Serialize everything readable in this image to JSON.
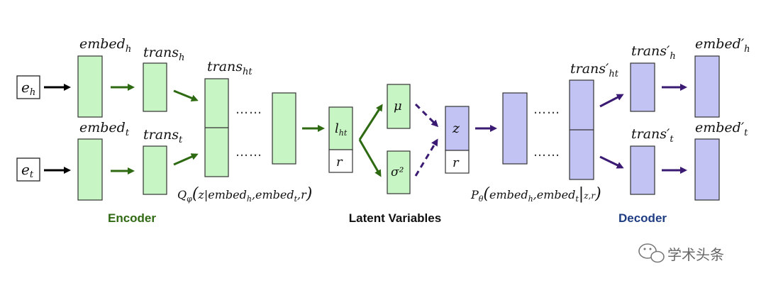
{
  "colors": {
    "encoder": "#c8f5c4",
    "decoder": "#c3c3f3",
    "green_arrow": "#2e6a12",
    "purple_arrow": "#3a1a72",
    "encoder_label": "#2f6a12",
    "decoder_label": "#1e3c82",
    "formula_green": "#2f6a12",
    "formula_blue": "#2a3e88"
  },
  "inputs": {
    "head": {
      "base": "e",
      "sub": "h"
    },
    "tail": {
      "base": "e",
      "sub": "t"
    }
  },
  "encoder": {
    "embed_h": {
      "base": "embed",
      "sub": "h"
    },
    "embed_t": {
      "base": "embed",
      "sub": "t"
    },
    "trans_h": {
      "base": "trans",
      "sub": "h"
    },
    "trans_t": {
      "base": "trans",
      "sub": "t"
    },
    "trans_ht": {
      "base": "trans",
      "sub": "ht"
    },
    "dots": "……",
    "posterior": {
      "q": "Q",
      "q_sub": "φ",
      "open": "(",
      "z": "z",
      "bar": "|",
      "e1": "embed",
      "e1_sub": "h",
      "sep1": ",",
      "e2": "embed",
      "e2_sub": "t",
      "sep2": ",",
      "r": "r",
      "close": ")"
    },
    "section_label": "Encoder"
  },
  "latent": {
    "l_ht": {
      "base": "l",
      "sub": "ht"
    },
    "r": "r",
    "mu": "μ",
    "sigma": "σ²",
    "z": "z",
    "r2": "r",
    "section_label": "Latent Variables"
  },
  "decoder": {
    "trans_ht": {
      "base": "trans′",
      "sub": "ht"
    },
    "trans_h": {
      "base": "trans′",
      "sub": "h"
    },
    "trans_t": {
      "base": "trans′",
      "sub": "t"
    },
    "embed_h": {
      "base": "embed′",
      "sub": "h"
    },
    "embed_t": {
      "base": "embed′",
      "sub": "t"
    },
    "dots": "……",
    "likelihood": {
      "p": "P",
      "p_sub": "θ",
      "open": "(",
      "e1": "embed",
      "e1_sub": "h",
      "sep1": ",",
      "e2": "embed",
      "e2_sub": "t",
      "bar": "|",
      "cond": "z,r",
      "close": ")"
    },
    "section_label": "Decoder"
  },
  "watermark": {
    "text": "学术头条",
    "icon": "wechat-icon"
  }
}
